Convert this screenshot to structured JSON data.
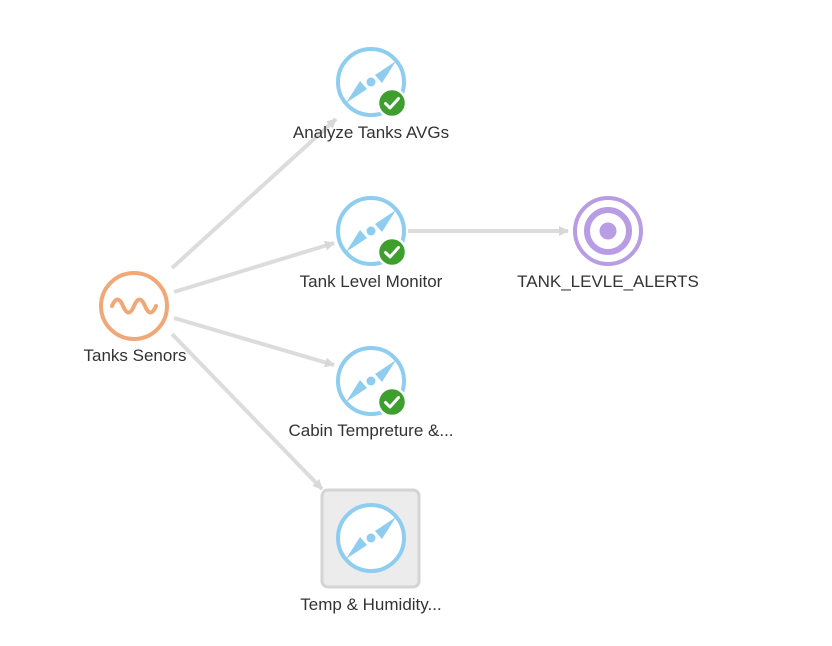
{
  "diagram": {
    "source": {
      "label": "Tanks Senors",
      "icon": "sensor-wave-icon",
      "color": "#f0a878"
    },
    "processors": [
      {
        "label": "Analyze Tanks AVGs",
        "icon": "compass-icon",
        "status": "running",
        "status_icon": "check-icon",
        "selected": false
      },
      {
        "label": "Tank Level Monitor",
        "icon": "compass-icon",
        "status": "running",
        "status_icon": "check-icon",
        "selected": false
      },
      {
        "label": "Cabin Tempreture &...",
        "icon": "compass-icon",
        "status": "running",
        "status_icon": "check-icon",
        "selected": false
      },
      {
        "label": "Temp & Humidity...",
        "icon": "compass-icon",
        "status": "none",
        "selected": true
      }
    ],
    "output": {
      "label": "TANK_LEVLE_ALERTS",
      "icon": "target-icon",
      "color": "#b89ce4"
    },
    "colors": {
      "processor": "#8ecdf0",
      "check_badge": "#3f9f2e",
      "edge": "#dadada",
      "selection_bg": "#ececec",
      "selection_border": "#d4d4d4"
    }
  }
}
